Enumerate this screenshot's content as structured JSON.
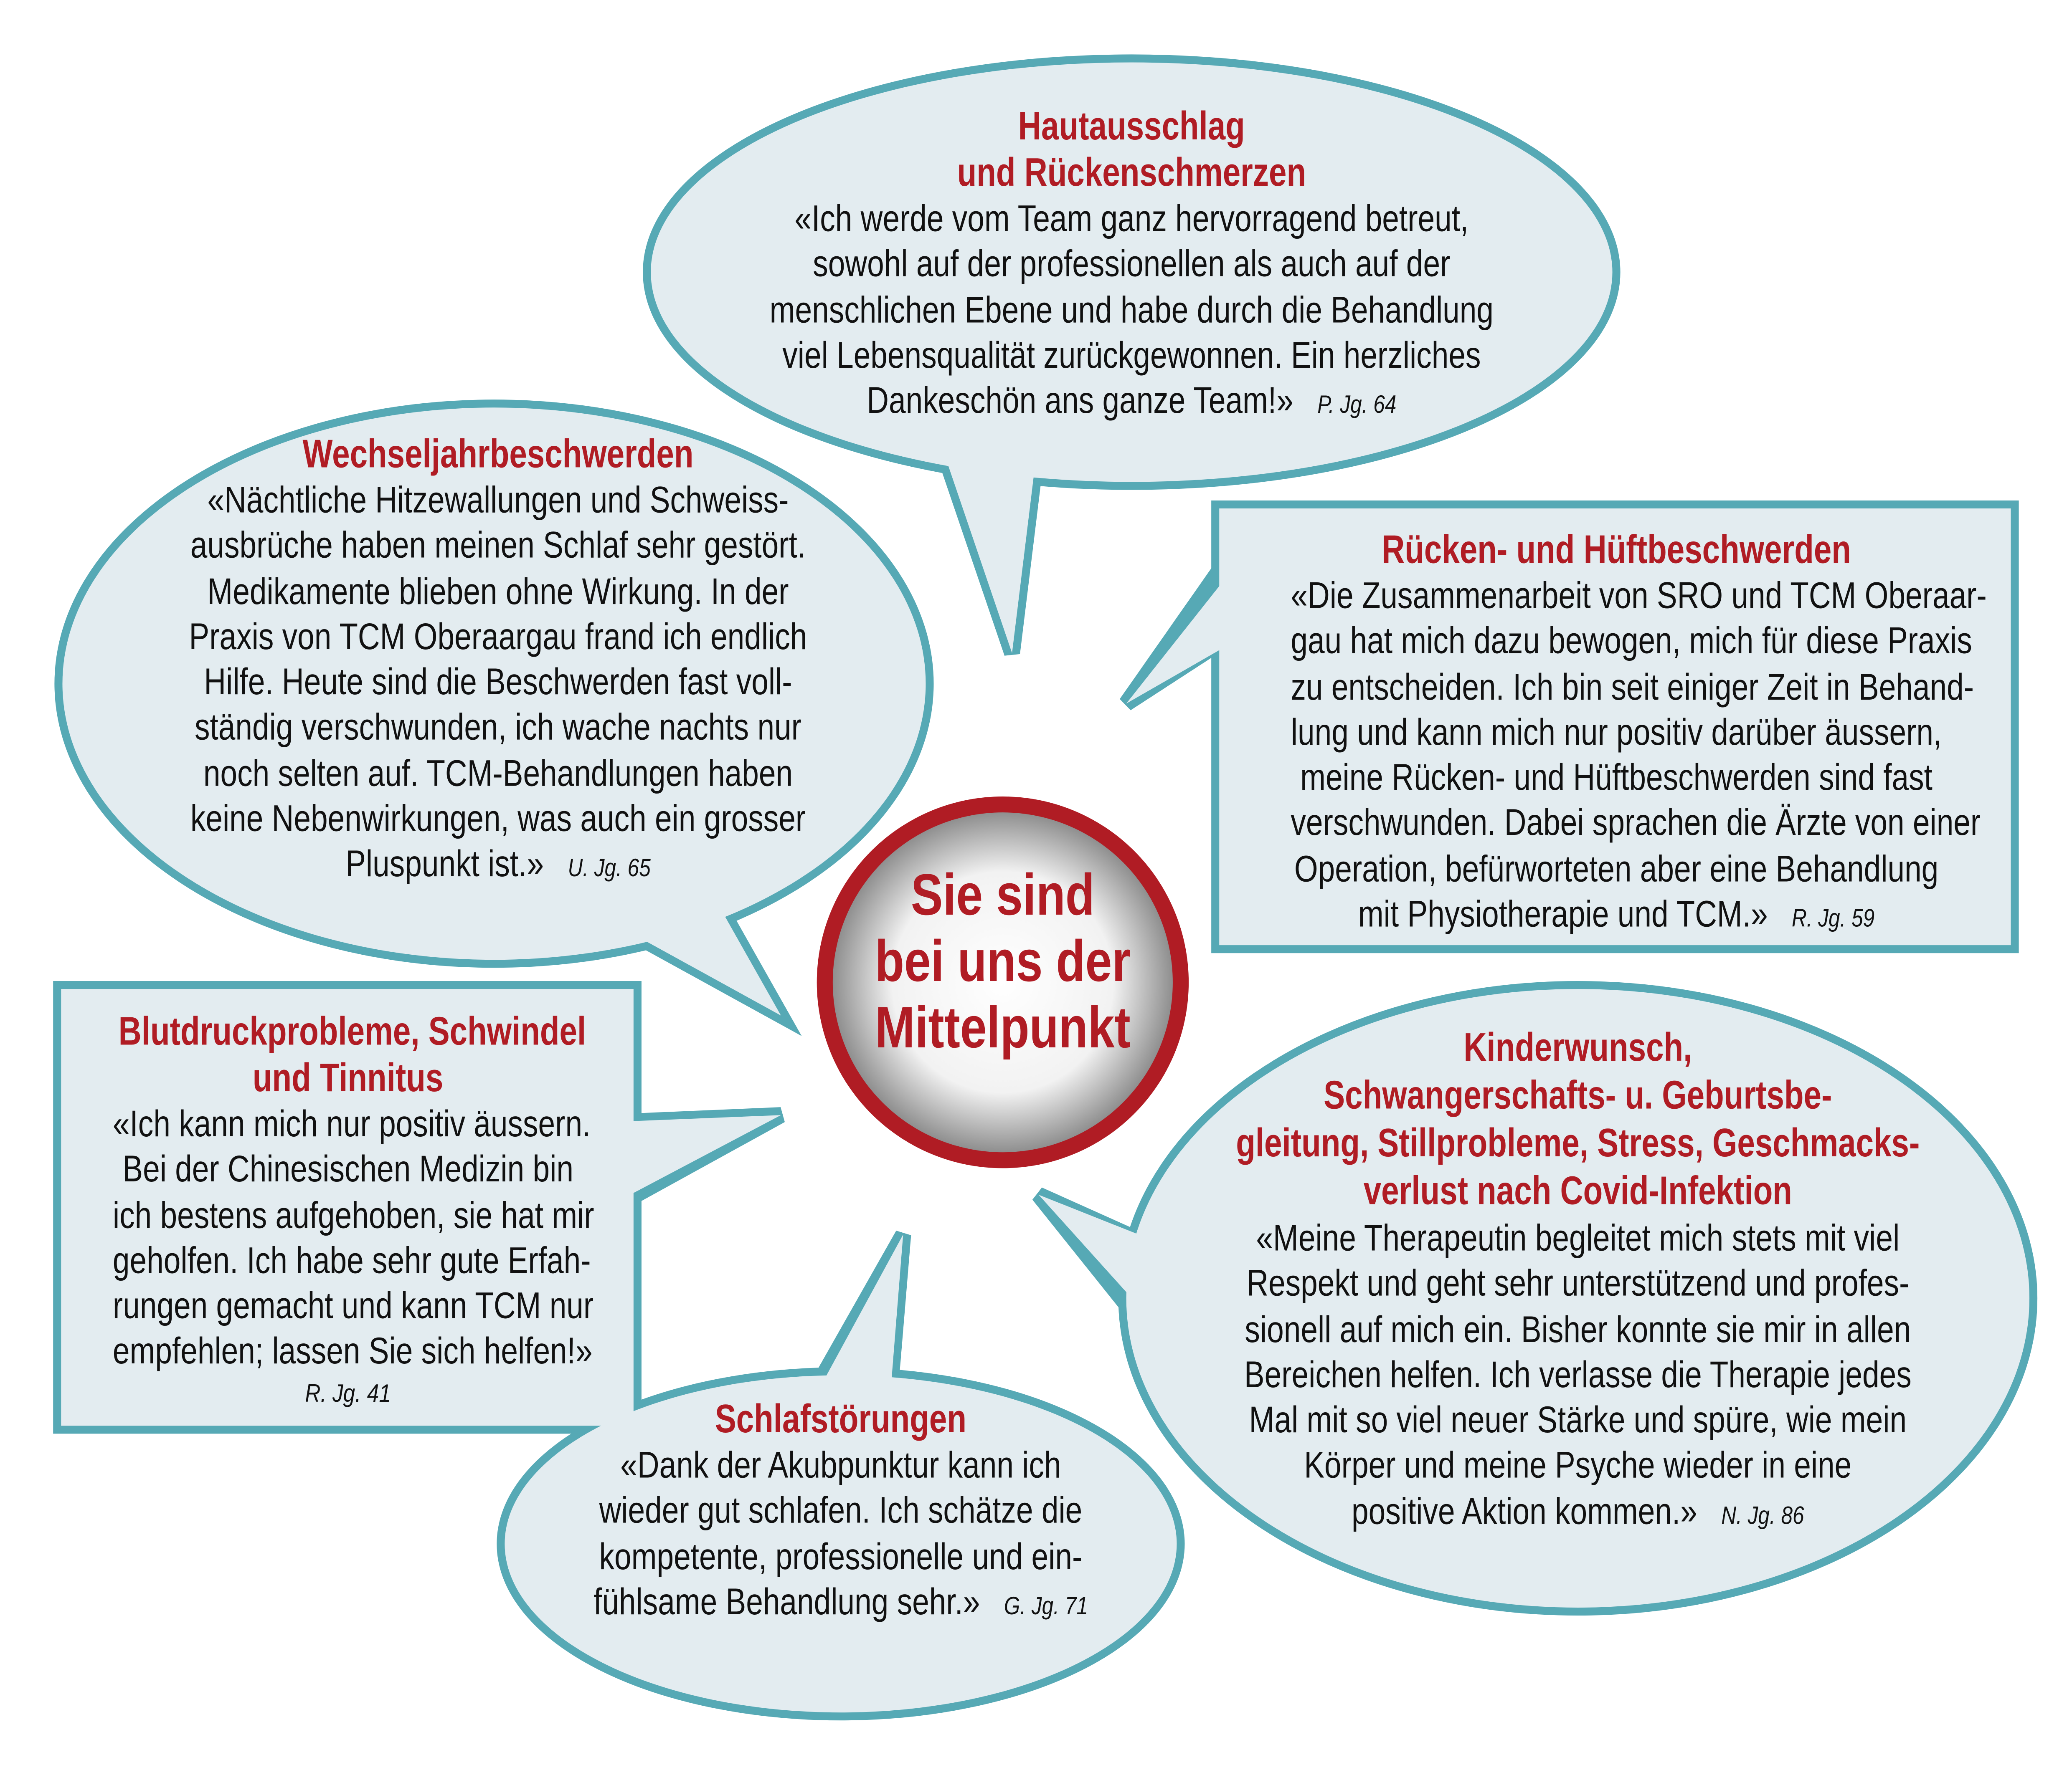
{
  "colors": {
    "border": "#56a9b5",
    "fill": "#e3ecf0",
    "accent": "#b01c24",
    "text": "#111111"
  },
  "center": {
    "lines": [
      "Sie sind",
      "bei uns der",
      "Mittelpunkt"
    ]
  },
  "bubbles": [
    {
      "id": "top",
      "title": [
        "Hautausschlag",
        "und Rückenschmerzen"
      ],
      "body": [
        "«Ich werde vom Team ganz hervorragend betreut,",
        "sowohl auf der professionellen als auch auf der",
        "menschlichen Ebene und habe durch die Behandlung",
        "viel Lebensqualität zurückgewonnen. Ein herzliches",
        "Dankeschön ans ganze Team!»"
      ],
      "signature": "P. Jg. 64"
    },
    {
      "id": "left",
      "title": [
        "Wechseljahrbeschwerden"
      ],
      "body": [
        "«Nächtliche Hitzewallungen und Schweiss-",
        "ausbrüche haben meinen Schlaf sehr gestört.",
        "Medikamente blieben ohne Wirkung. In der",
        "Praxis von TCM Oberaargau frand ich endlich",
        "Hilfe. Heute sind die Beschwerden fast voll-",
        "ständig verschwunden, ich wache nachts nur",
        "noch selten auf. TCM-Behandlungen haben",
        "keine Nebenwirkungen, was auch ein grosser",
        "Pluspunkt ist.»"
      ],
      "signature": "U. Jg. 65"
    },
    {
      "id": "rbox",
      "title": [
        "Rücken- und Hüftbeschwerden"
      ],
      "body": [
        "«Die Zusammenarbeit von SRO und TCM Oberaar-",
        "gau hat mich dazu bewogen, mich für diese Praxis",
        "zu entscheiden. Ich bin seit einiger Zeit in Behand-",
        "lung und kann mich nur positiv darüber äussern,",
        "meine Rücken- und Hüftbeschwerden sind fast",
        "verschwunden. Dabei sprachen die Ärzte von einer",
        "Operation, befürworteten aber eine Behandlung",
        "mit Physiotherapie und TCM.»"
      ],
      "signature": "R.  Jg. 59"
    },
    {
      "id": "lbox",
      "title": [
        "Blutdruckprobleme, Schwindel",
        "und  Tinnitus"
      ],
      "body": [
        "«Ich kann mich nur positiv äussern.",
        "Bei der Chinesischen Medizin bin",
        "ich bestens aufgehoben, sie hat mir",
        "geholfen. Ich habe sehr gute Erfah-",
        "rungen gemacht und kann TCM nur",
        "empfehlen; lassen Sie sich helfen!»"
      ],
      "signature": "R.  Jg. 41",
      "signature_own_line": true
    },
    {
      "id": "bottom",
      "title": [
        "Schlafstörungen"
      ],
      "body": [
        "«Dank der Akubpunktur kann ich",
        "wieder gut schlafen. Ich schätze die",
        "kompetente, professionelle und ein-",
        "fühlsame Behandlung sehr.»"
      ],
      "signature": "G. Jg. 71"
    },
    {
      "id": "right",
      "title": [
        "Kinderwunsch,",
        "Schwangerschafts- u. Geburtsbe-",
        "gleitung, Stillprobleme, Stress, Geschmacks-",
        "verlust nach Covid-Infektion"
      ],
      "body": [
        "«Meine Therapeutin begleitet mich stets mit viel",
        "Respekt und geht sehr unterstützend und profes-",
        "sionell auf mich ein. Bisher konnte sie mir in allen",
        "Bereichen helfen. Ich verlasse die Therapie jedes",
        "Mal mit so viel neuer Stärke und spüre, wie mein",
        "Körper und meine Psyche wieder in eine",
        "positive Aktion kommen.»"
      ],
      "signature": "N. Jg. 86"
    }
  ]
}
